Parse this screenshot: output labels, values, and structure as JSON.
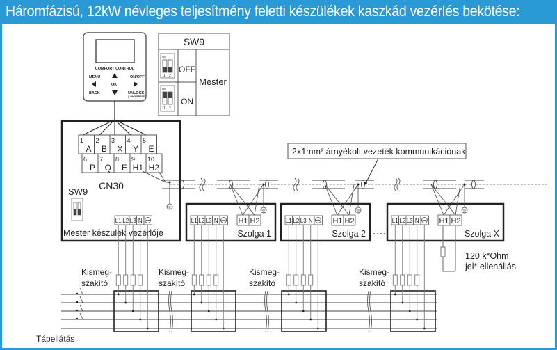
{
  "title": "Háromfázisú, 12kW névleges teljesítmény feletti készülékek kaszkád vezérlés bekötése:",
  "colors": {
    "accent": "#2a9ad6",
    "line": "#222222",
    "wire": "#555555"
  },
  "controller": {
    "brand": "COMFORT  CONTROL",
    "buttons": {
      "menu": "MENU",
      "onoff": "ON/OFF",
      "ok": "OK",
      "back": "BACK",
      "unlock": "UNLOCK",
      "unlock_sub": "(LONG PRESS)"
    }
  },
  "sw9_table": {
    "header": "SW9",
    "rows": [
      {
        "state": "OFF"
      },
      {
        "state": "ON"
      }
    ],
    "role": "Mester",
    "dip_on_label": "ON",
    "dip_pins": [
      "1",
      "2"
    ]
  },
  "master": {
    "connector_name": "CN30",
    "terminals_row1": [
      {
        "num": "1",
        "label": "A"
      },
      {
        "num": "2",
        "label": "B"
      },
      {
        "num": "3",
        "label": "X"
      },
      {
        "num": "4",
        "label": "Y"
      },
      {
        "num": "5",
        "label": "E"
      }
    ],
    "terminals_row2": [
      {
        "num": "6",
        "label": "P"
      },
      {
        "num": "7",
        "label": "Q"
      },
      {
        "num": "8",
        "label": "E"
      },
      {
        "num": "9",
        "label": "H1"
      },
      {
        "num": "10",
        "label": "H2"
      }
    ],
    "sw_label": "SW9",
    "power_terminals": [
      "L1",
      "L2",
      "L3",
      "N"
    ],
    "label": "Mester készülék vezérlője"
  },
  "cable_label": "2x1mm² árnyékolt vezeték kommunikációnak",
  "slaves": [
    {
      "label": "Szolga 1"
    },
    {
      "label": "Szolga 2"
    },
    {
      "label": "Szolga X"
    }
  ],
  "slave_power_terminals": [
    "L1",
    "L2",
    "L3",
    "N"
  ],
  "slave_comm_terminals": [
    "H1",
    "H2"
  ],
  "resistor_note": [
    "120 k*Ohm",
    "jel* ellenállás"
  ],
  "breaker_label": [
    "Kismeg-",
    "szakító"
  ],
  "supply_label": "Tápellátás"
}
